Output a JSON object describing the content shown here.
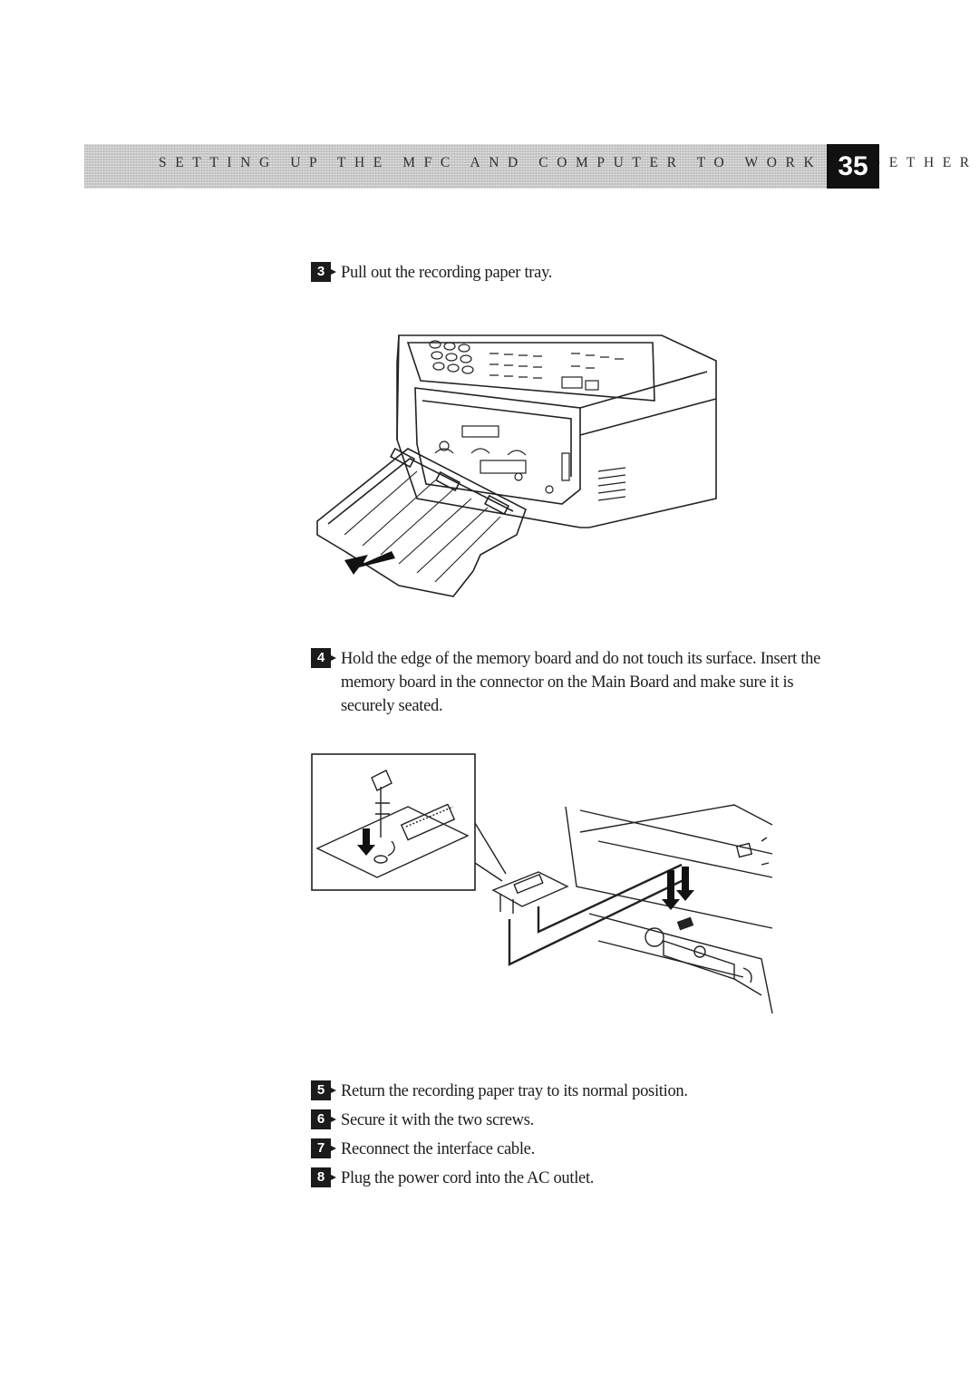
{
  "header": {
    "title": "SETTING UP THE MFC AND COMPUTER TO WORK TOGETHER",
    "page_number": "35"
  },
  "steps": [
    {
      "number": "3",
      "text": "Pull out the recording paper tray."
    },
    {
      "number": "4",
      "text": "Hold the edge of the memory board and do not touch its surface. Insert the memory board in the connector on the Main Board and make sure it is securely seated."
    },
    {
      "number": "5",
      "text": "Return the recording paper tray to its normal position."
    },
    {
      "number": "6",
      "text": "Secure it with the two screws."
    },
    {
      "number": "7",
      "text": "Reconnect the interface cable."
    },
    {
      "number": "8",
      "text": "Plug the power cord into the AC outlet."
    }
  ],
  "illustrations": [
    {
      "name": "paper-tray-removal-illustration"
    },
    {
      "name": "memory-board-installation-illustration"
    }
  ]
}
